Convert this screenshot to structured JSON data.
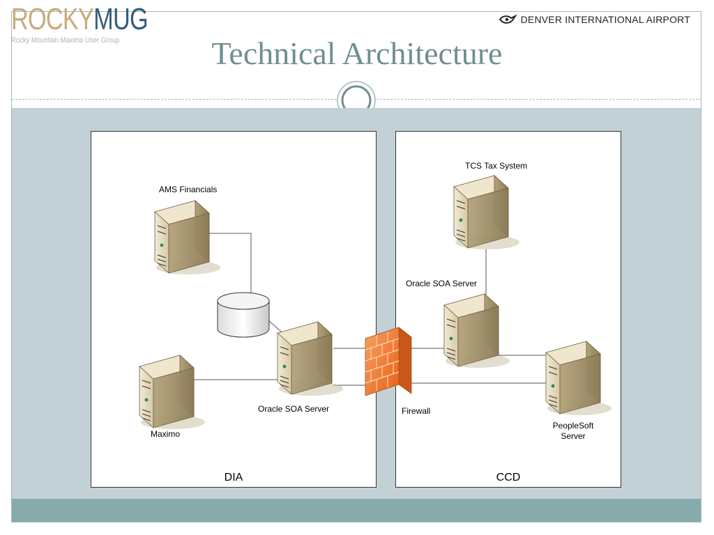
{
  "header": {
    "logo_main": "ROCKY",
    "logo_mug": "MUG",
    "logo_sub": "Rocky Mountain Maximo User Group",
    "airport": "DENVER INTERNATIONAL AIRPORT",
    "title": "Technical Architecture"
  },
  "diagram": {
    "zones": {
      "left": "DIA",
      "right": "CCD"
    },
    "nodes": {
      "ams": "AMS Financials",
      "maximo": "Maximo",
      "soa_dia": "Oracle SOA Server",
      "firewall": "Firewall",
      "tcs": "TCS Tax System",
      "soa_ccd": "Oracle SOA Server",
      "peoplesoft_1": "PeopleSoft",
      "peoplesoft_2": "Server"
    },
    "connections": [
      [
        "ams",
        "database"
      ],
      [
        "database",
        "soa_dia"
      ],
      [
        "maximo",
        "soa_dia"
      ],
      [
        "soa_dia",
        "firewall"
      ],
      [
        "firewall",
        "soa_ccd"
      ],
      [
        "firewall",
        "peoplesoft"
      ],
      [
        "tcs",
        "soa_ccd"
      ],
      [
        "soa_ccd",
        "peoplesoft"
      ]
    ]
  },
  "colors": {
    "title": "#6f8e92",
    "band": "#c3d1d6",
    "footer": "#87abad",
    "firewall": "#f07a2e"
  }
}
